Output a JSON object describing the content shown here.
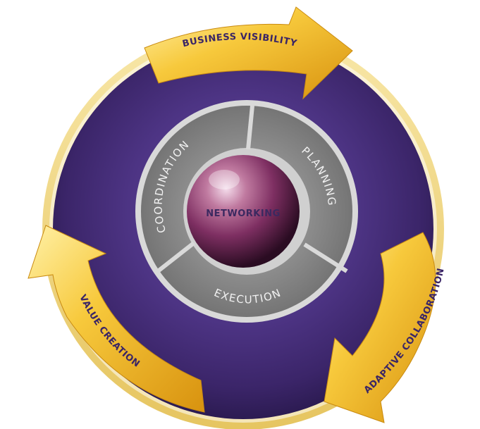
{
  "diagram": {
    "cycle": [
      {
        "id": "business-visibility",
        "label": "BUSINESS VISIBILITY"
      },
      {
        "id": "adaptive-collaboration",
        "label": "ADAPTIVE COLLABORATION"
      },
      {
        "id": "value-creation",
        "label": "VALUE CREATION"
      }
    ],
    "ring": [
      {
        "id": "planning",
        "label": "PLANNING"
      },
      {
        "id": "execution",
        "label": "EXECUTION"
      },
      {
        "id": "coordination",
        "label": "COORDINATION"
      }
    ],
    "core": {
      "label": "NETWORKING"
    },
    "colors": {
      "purple_disc": "#4b3280",
      "gold_arrow": "#f2b624",
      "gray_ring": "#8c8c8c",
      "sphere": "#8a3c6c"
    }
  }
}
